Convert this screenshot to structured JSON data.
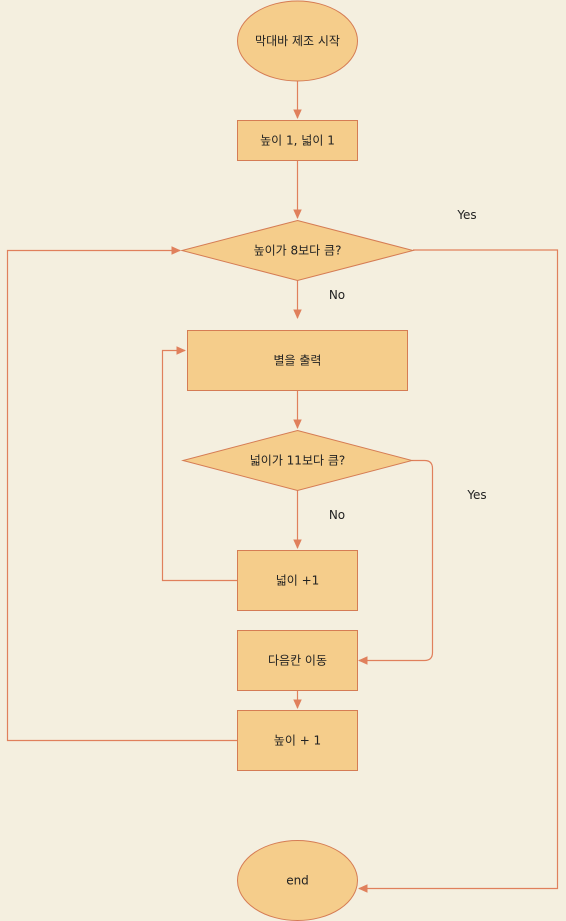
{
  "diagram": {
    "colors": {
      "background": "#f4efdf",
      "node_fill": "#f5cd8b",
      "node_stroke": "#d57c54",
      "edge": "#e0805c",
      "text": "#222222"
    },
    "nodes": {
      "start": {
        "shape": "ellipse",
        "label": "막대바 제조 시작"
      },
      "init": {
        "shape": "rect",
        "label": "높이 1, 넓이 1"
      },
      "height_check": {
        "shape": "diamond",
        "label": "높이가 8보다 큼?"
      },
      "print_star": {
        "shape": "rect",
        "label": "별을 출력"
      },
      "width_check": {
        "shape": "diamond",
        "label": "넓이가 11보다 큼?"
      },
      "width_inc": {
        "shape": "rect",
        "label": "넓이 +1"
      },
      "next_row": {
        "shape": "rect",
        "label": "다음칸 이동"
      },
      "height_inc": {
        "shape": "rect",
        "label": "높이 + 1"
      },
      "end": {
        "shape": "ellipse",
        "label": "end"
      }
    },
    "edge_labels": {
      "height_yes": "Yes",
      "height_no": "No",
      "width_yes": "Yes",
      "width_no": "No"
    }
  }
}
